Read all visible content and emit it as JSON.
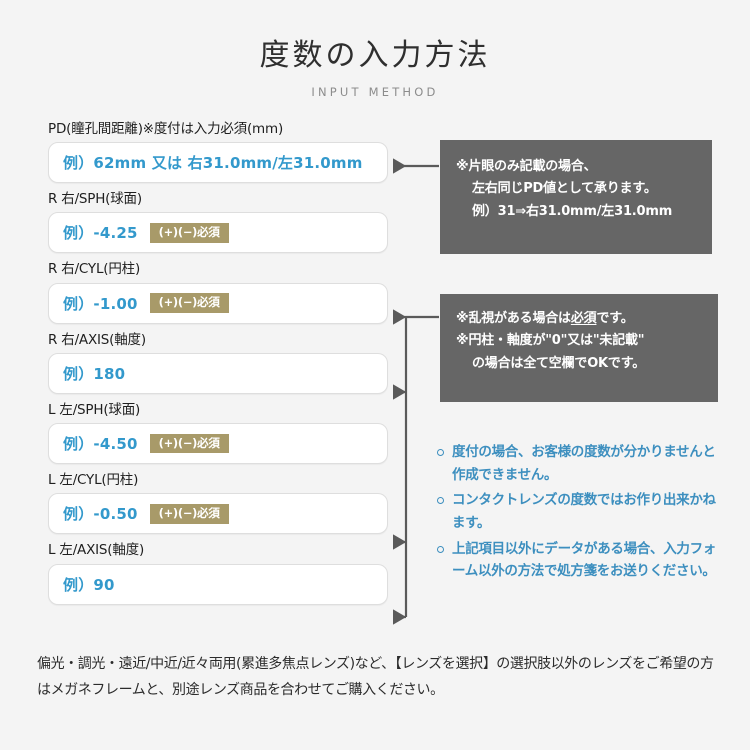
{
  "header": {
    "title_ja": "度数の入力方法",
    "title_en": "INPUT METHOD"
  },
  "form": {
    "fields": [
      {
        "id": "pd",
        "label": "PD(瞳孔間距離)※度付は入力必須(mm)",
        "placeholder": "例）62mm 又は 右31.0mm/左31.0mm",
        "badge": ""
      },
      {
        "id": "r-sph",
        "label": "R 右/SPH(球面)",
        "placeholder": "例）-4.25",
        "badge": "(+)(−)必須"
      },
      {
        "id": "r-cyl",
        "label": "R 右/CYL(円柱)",
        "placeholder": "例）-1.00",
        "badge": "(+)(−)必須"
      },
      {
        "id": "r-axis",
        "label": "R 右/AXIS(軸度)",
        "placeholder": "例）180",
        "badge": ""
      },
      {
        "id": "l-sph",
        "label": "L 左/SPH(球面)",
        "placeholder": "例）-4.50",
        "badge": "(+)(−)必須"
      },
      {
        "id": "l-cyl",
        "label": "L 左/CYL(円柱)",
        "placeholder": "例）-0.50",
        "badge": "(+)(−)必須"
      },
      {
        "id": "l-axis",
        "label": "L 左/AXIS(軸度)",
        "placeholder": "例）90",
        "badge": ""
      }
    ]
  },
  "notes": {
    "pd_box": {
      "line1": "※片眼のみ記載の場合、",
      "line2": "左右同じPD値として承ります。",
      "line3": "例）31⇒右31.0mm/左31.0mm"
    },
    "cyl_box": {
      "line1_prefix": "※乱視がある場合は",
      "line1_underline": "必須",
      "line1_suffix": "です。",
      "line2": "※円柱・軸度が\"0\"又は\"未記載\"",
      "line3": "の場合は全て空欄でOKです。"
    }
  },
  "bullets": [
    "度付の場合、お客様の度数が分かりませんと作成できません。",
    "コンタクトレンズの度数ではお作り出来かねます。",
    "上記項目以外にデータがある場合、入力フォーム以外の方法で処方箋をお送りください。"
  ],
  "bottom_note": "偏光・調光・遠近/中近/近々両用(累進多焦点レンズ)など、【レンズを選択】の選択肢以外のレンズをご希望の方はメガネフレームと、別途レンズ商品を合わせてご購入ください。",
  "colors": {
    "background": "#f4f4f4",
    "placeholder_blue": "#3399cc",
    "badge_khaki": "#a89a69",
    "note_box_gray": "#666666",
    "bullet_blue": "#3d8fbf",
    "connector_gray": "#5a5a5a"
  }
}
